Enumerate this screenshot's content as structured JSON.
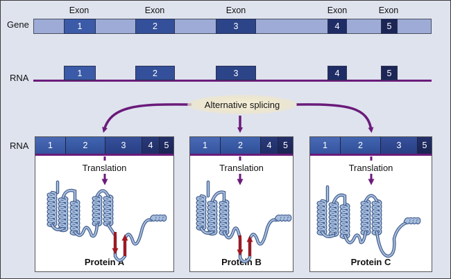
{
  "labels": {
    "gene": "Gene",
    "rna_top": "RNA",
    "rna_bottom": "RNA"
  },
  "exon_header": "Exon",
  "gene_exons": [
    "1",
    "2",
    "3",
    "4",
    "5"
  ],
  "rna_exons": [
    "1",
    "2",
    "3",
    "4",
    "5"
  ],
  "process": {
    "splicing": "Alternative splicing",
    "translation": "Translation"
  },
  "colors": {
    "intron": "#9dabd6",
    "exon_1": "#3b5ba8",
    "exon_2": "#34509a",
    "exon_3": "#2c4488",
    "exon_4": "#1f2d66",
    "exon_5": "#1c2656",
    "arrow": "#6a1b7a",
    "strand": "#a01820",
    "protein_tube": "#a8bede"
  },
  "panels": [
    {
      "segments": [
        "1",
        "2",
        "3",
        "4",
        "5"
      ],
      "protein": "Protein A"
    },
    {
      "segments": [
        "1",
        "2",
        "4",
        "5"
      ],
      "protein": "Protein B"
    },
    {
      "segments": [
        "1",
        "2",
        "3",
        "5"
      ],
      "protein": "Protein C"
    }
  ]
}
